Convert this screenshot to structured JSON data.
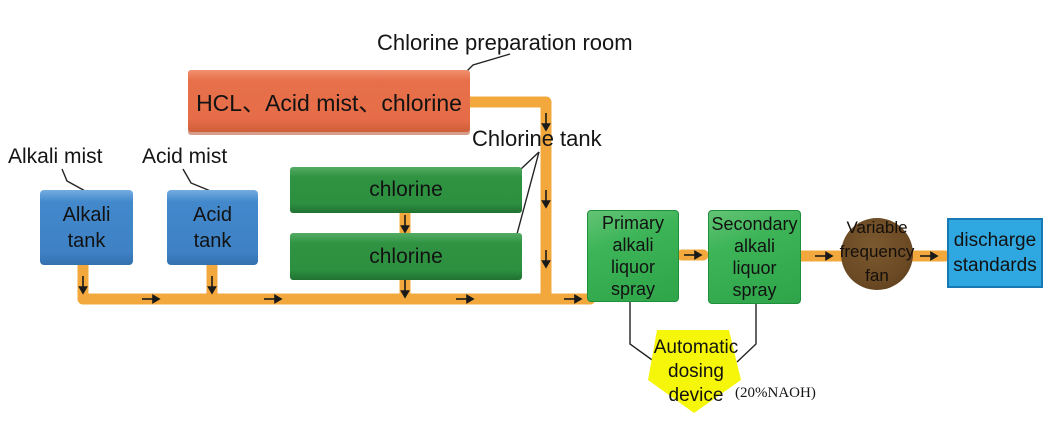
{
  "colors": {
    "pipe": "#F2A83C",
    "prep_room_box": "#E7714B",
    "chlorine_box": "#2F9342",
    "tank_box": "#4288CB",
    "spray_box": "#3CB457",
    "fan_circle": "#6B4A24",
    "discharge_box": "#2FA7E0",
    "dosing_pentagon": "#F6F60B"
  },
  "callouts": {
    "prep_room": "Chlorine preparation room",
    "chlorine_tank": "Chlorine tank",
    "alkali_mist": "Alkali mist",
    "acid_mist": "Acid mist",
    "naoh_note": "(20%NAOH)"
  },
  "nodes": {
    "prep_room": "HCL、Acid mist、chlorine",
    "chlorine_top": "chlorine",
    "chlorine_bottom": "chlorine",
    "alkali_tank": "Alkali\ntank",
    "acid_tank": "Acid\ntank",
    "primary_spray": "Primary\nalkali\nliquor\nspray",
    "secondary_spray": "Secondary\nalkali\nliquor\nspray",
    "fan": "Variable\nfrequency\nfan",
    "discharge": "discharge\nstandards",
    "dosing_device": "Automatic\ndosing\ndevice"
  }
}
